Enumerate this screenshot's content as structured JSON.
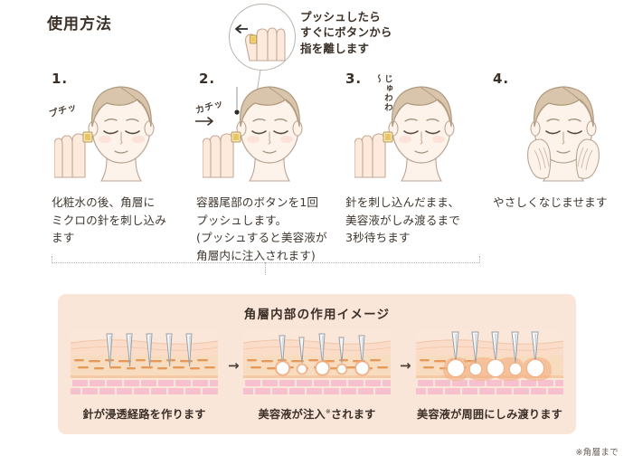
{
  "heading": "使用方法",
  "callout": {
    "text": "プッシュしたら\nすぐにボタンから\n指を離します"
  },
  "steps": [
    {
      "number": "1.",
      "sfx": "プチッ",
      "caption": "化粧水の後、角層に\nミクロの針を刺し込み\nます"
    },
    {
      "number": "2.",
      "sfx": "カチッ",
      "caption": "容器尾部のボタンを1回\nプッシュします。\n(プッシュすると美容液が\n角層内に注入されます)"
    },
    {
      "number": "3.",
      "sfx": "じゅわわ～",
      "caption": "針を刺し込んだまま、\n美容液がしみ渡るまで\n3秒待ちます"
    },
    {
      "number": "4.",
      "sfx": "",
      "caption": "やさしくなじませます"
    }
  ],
  "panel": {
    "title": "角層内部の作用イメージ",
    "arrow": "→",
    "figures": [
      {
        "caption": "針が浸透経路を作ります",
        "mark": ""
      },
      {
        "caption_before": "美容液が注入",
        "mark": "※",
        "caption_after": "されます"
      },
      {
        "caption": "美容液が周囲にしみ渡ります",
        "mark": ""
      }
    ]
  },
  "footnote": "※角層まで",
  "colors": {
    "panel_bg": "#fae5d9",
    "skin_surface": "#fbe0d2",
    "skin_mid": "#f7d9c4",
    "dash": "#e8a36a",
    "brick": "#f6c3cf",
    "needle": "#b9bdc2",
    "droplet": "#ffffff",
    "droplet_halo": "#f0b48a",
    "text": "#3b3027",
    "divider": "#b5aea7"
  }
}
